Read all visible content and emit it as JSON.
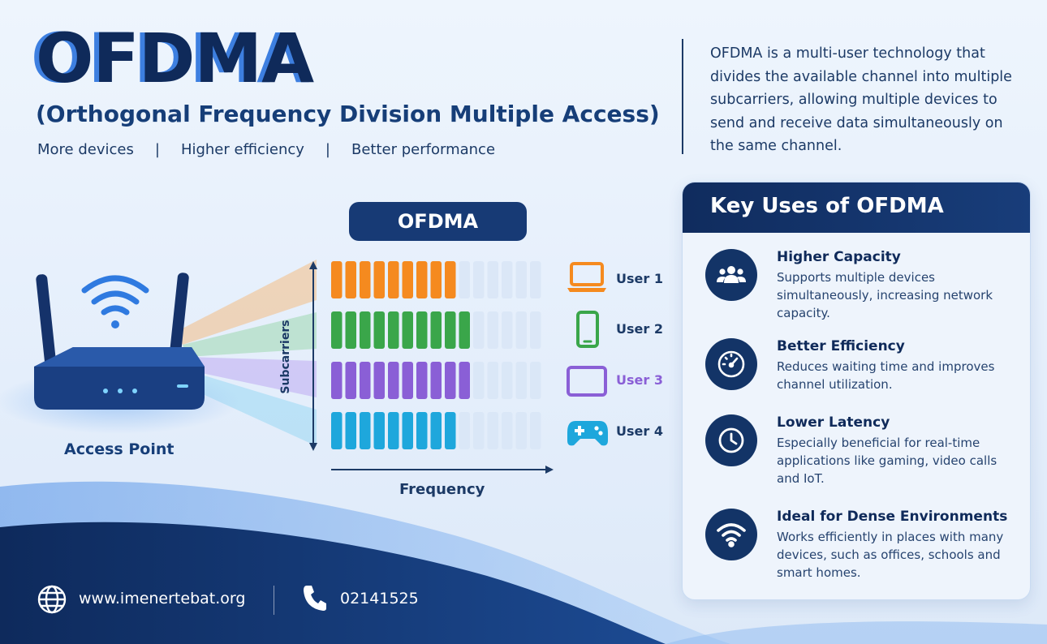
{
  "header": {
    "title": "OFDMA",
    "subtitle": "(Orthogonal Frequency Division Multiple Access)",
    "taglines": [
      "More devices",
      "Higher efficiency",
      "Better performance"
    ],
    "separator": "|",
    "description": "OFDMA is a multi-user technology that divides the available channel into multiple subcarriers, allowing multiple devices to send and receive data simultaneously on the same channel."
  },
  "diagram": {
    "label": "OFDMA",
    "y_axis_label": "Subcarriers",
    "x_axis_label": "Frequency",
    "access_point_label": "Access Point",
    "total_subcarriers": 15,
    "users": [
      {
        "label": "User 1",
        "active_subcarriers": 9,
        "color": "#f58a1f",
        "device": "laptop-icon"
      },
      {
        "label": "User 2",
        "active_subcarriers": 10,
        "color": "#3aa64a",
        "device": "phone-icon"
      },
      {
        "label": "User 3",
        "active_subcarriers": 10,
        "color": "#8a5fd6",
        "device": "tablet-icon"
      },
      {
        "label": "User 4",
        "active_subcarriers": 9,
        "color": "#1ea7dc",
        "device": "gamepad-icon"
      }
    ]
  },
  "key_uses": {
    "title": "Key Uses of OFDMA",
    "items": [
      {
        "title": "Higher Capacity",
        "description": "Supports multiple devices simultaneously, increasing network capacity.",
        "icon": "users-icon"
      },
      {
        "title": "Better Efficiency",
        "description": "Reduces waiting time and improves channel utilization.",
        "icon": "gauge-icon"
      },
      {
        "title": "Lower Latency",
        "description": "Especially beneficial for real-time applications like gaming, video calls and IoT.",
        "icon": "clock-icon"
      },
      {
        "title": "Ideal for Dense Environments",
        "description": "Works efficiently in places with many devices, such as offices, schools and smart homes.",
        "icon": "wifi-icon"
      }
    ]
  },
  "footer": {
    "website": "www.imenertebat.org",
    "phone": "02141525"
  },
  "colors": {
    "navy": "#133467",
    "accent_blue": "#3d7fe0",
    "inactive_subcarrier": "#d7e4f6"
  }
}
